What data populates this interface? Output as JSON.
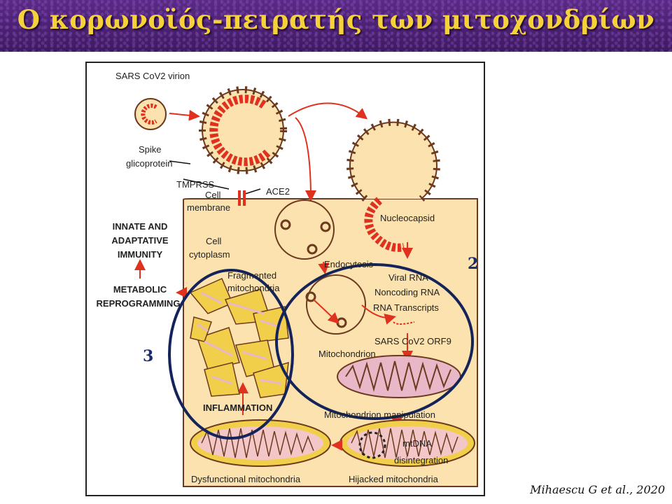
{
  "title": "Ο κορωνοϊός-πειρατής των μιτοχονδρίων",
  "citation": "Mihaescu G et al., 2020",
  "diagram": {
    "labels": {
      "virion": "SARS CoV2 virion",
      "spike": "Spike",
      "glicoprotein": "glicoprotein",
      "tmprss": "TMPRSS",
      "ace2": "ACE2",
      "cell": "Cell",
      "membrane": "membrane",
      "cell2": "Cell",
      "cytoplasm": "cytoplasm",
      "nucleocapsid": "Nucleocapsid",
      "endocytosis": "Endocytosis",
      "viral_rna": "Viral RNA",
      "noncoding_rna": "Noncoding RNA",
      "rna_transcripts": "RNA Transcripts",
      "orf9": "SARS CoV2  ORF9",
      "mitochondrion": "Mitochondrion",
      "fragmented": "Fragmented",
      "fragmented2": "mitochondria",
      "innate": "INNATE AND",
      "adaptative": "ADAPTATIVE",
      "immunity": "IMMUNITY",
      "metabolic": "METABOLIC",
      "reprogramming": "REPROGRAMMING",
      "inflammation": "INFLAMMATION",
      "manipulation": "Mitochondrion  manipulation",
      "mtdna": "mtDNA",
      "disintegration": "disintegration",
      "dysfunctional": "Dysfunctional mitochondria",
      "hijacked": "Hijacked mitochondria"
    },
    "markers": {
      "two": "2",
      "three": "3"
    }
  },
  "colors": {
    "cytoplasm": "#fbe2ae",
    "virus_red": "#e0301e",
    "outline_brown": "#6b3a1f",
    "circle_navy": "#14245a",
    "mito_yellow": "#f2cf4a",
    "mito_pink": "#f3c7c7",
    "title_bg": "#4a2070",
    "title_text": "#f5d23a"
  }
}
